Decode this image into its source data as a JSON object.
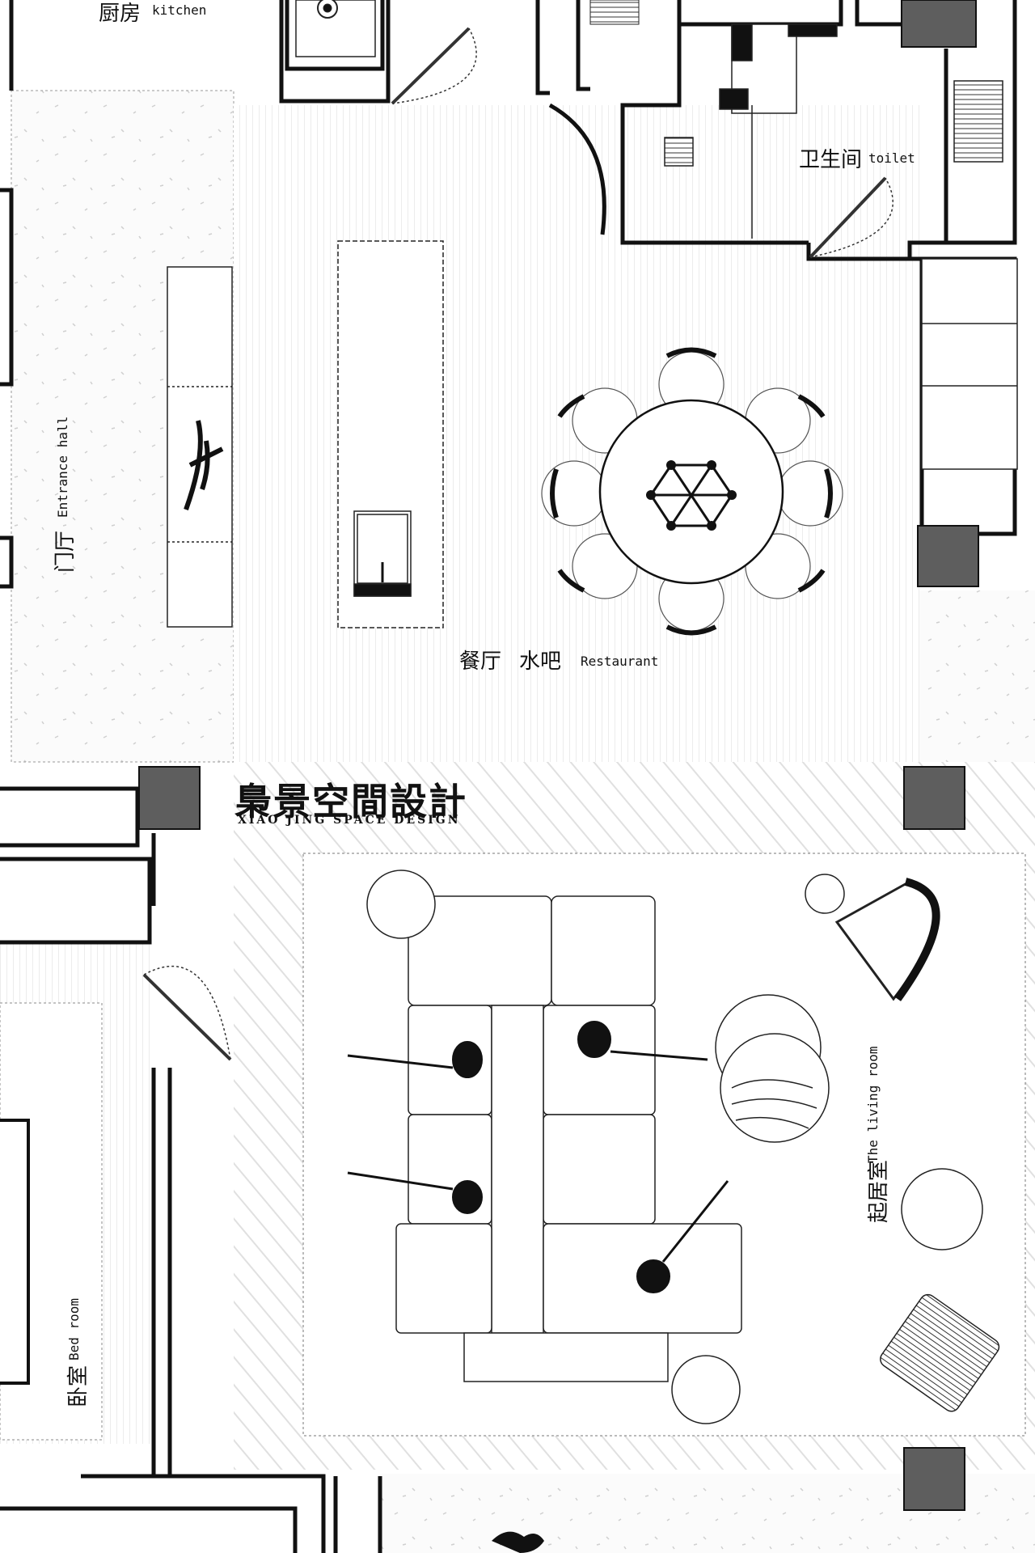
{
  "rooms": {
    "kitchen": {
      "cn": "厨房",
      "en": "kitchen"
    },
    "toilet": {
      "cn": "卫生间",
      "en": "toilet"
    },
    "entrance": {
      "cn": "门厅",
      "en": "Entrance hall"
    },
    "restaurant": {
      "cn1": "餐厅",
      "cn2": "水吧",
      "en": "Restaurant"
    },
    "living": {
      "cn": "起居室",
      "en": "The living room"
    },
    "bedroom": {
      "cn": "卧室",
      "en": "Bed room"
    }
  },
  "brand": {
    "cn": "梟景空間設計",
    "en": "XIAO JING SPACE DESIGN"
  },
  "colors": {
    "wall": "#111111",
    "column": "#5e5e5e",
    "line": "#222222",
    "hatch": "#dddddd"
  }
}
